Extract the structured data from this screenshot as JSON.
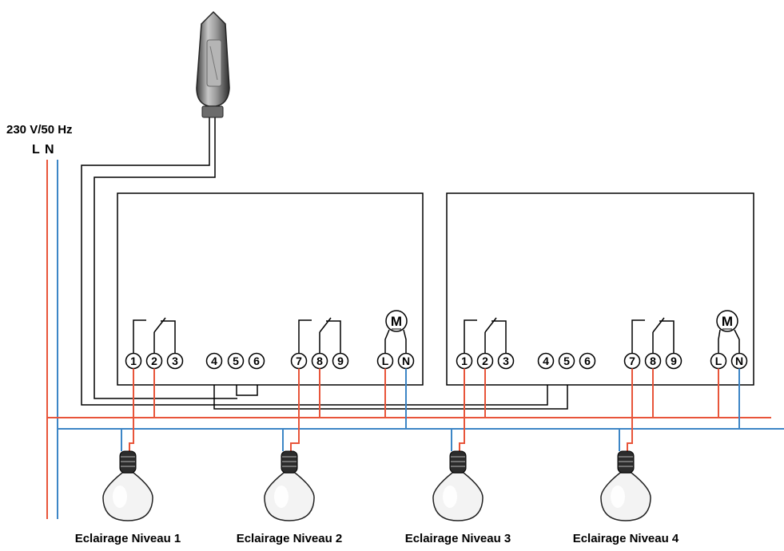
{
  "supply": {
    "voltage_label": "230 V/50 Hz",
    "line_label": "L",
    "neutral_label": "N",
    "line_color": "#e8553a",
    "neutral_color": "#3d86c6"
  },
  "sensor": {
    "icon": "light-sensor-icon"
  },
  "modules": [
    {
      "terminals": [
        "1",
        "2",
        "3",
        "4",
        "5",
        "6",
        "7",
        "8",
        "9",
        "L",
        "N"
      ],
      "motor_label": "M"
    },
    {
      "terminals": [
        "1",
        "2",
        "3",
        "4",
        "5",
        "6",
        "7",
        "8",
        "9",
        "L",
        "N"
      ],
      "motor_label": "M"
    }
  ],
  "lamps": [
    {
      "label": "Eclairage Niveau 1",
      "icon": "light-bulb-icon"
    },
    {
      "label": "Eclairage Niveau 2",
      "icon": "light-bulb-icon"
    },
    {
      "label": "Eclairage Niveau 3",
      "icon": "light-bulb-icon"
    },
    {
      "label": "Eclairage Niveau 4",
      "icon": "light-bulb-icon"
    }
  ]
}
